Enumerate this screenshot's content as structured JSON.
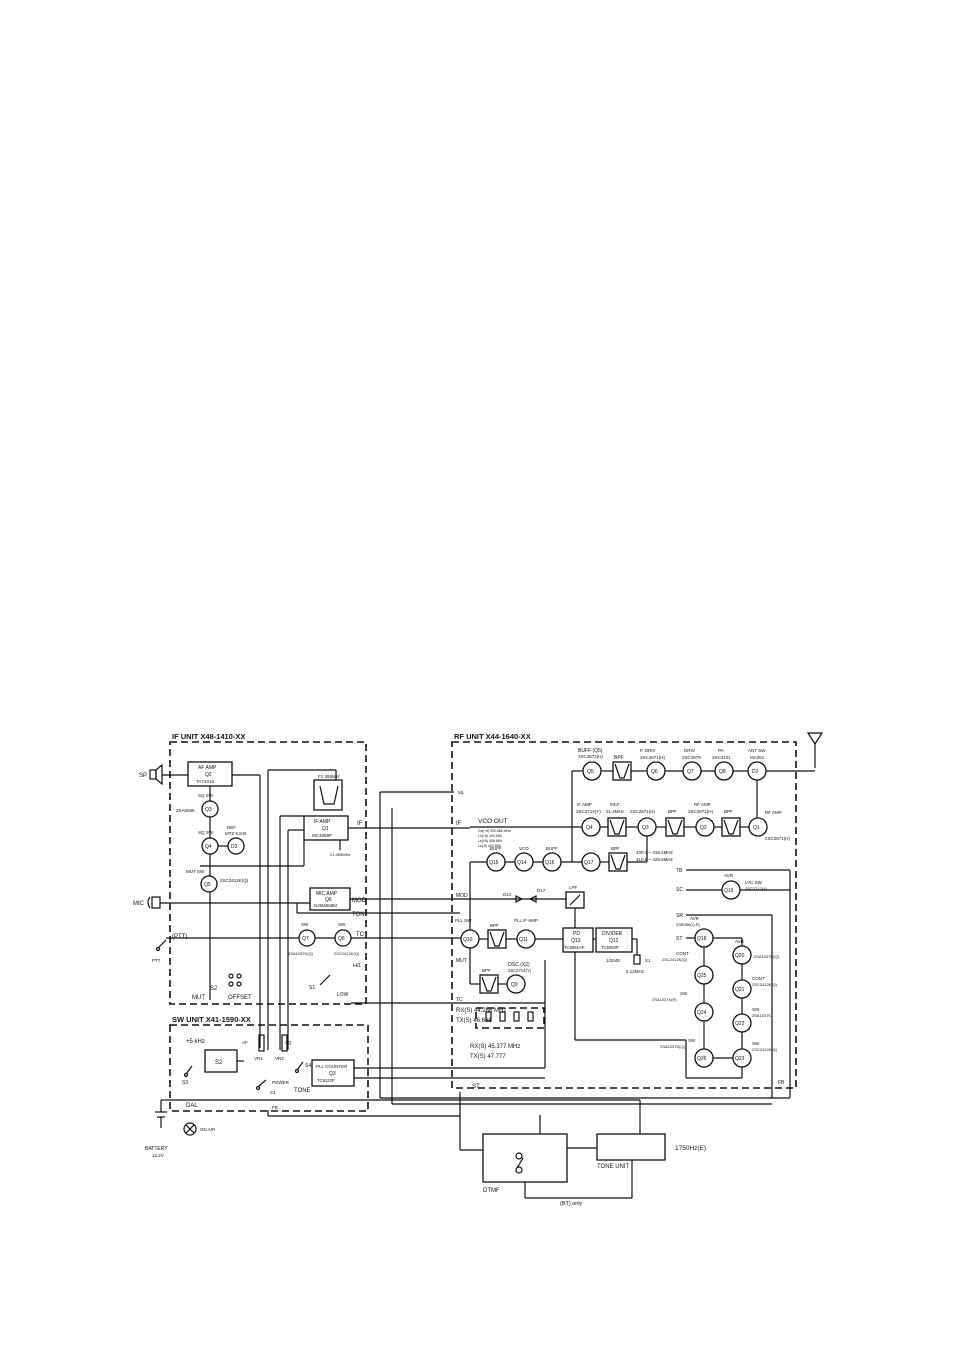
{
  "units": {
    "if_unit": "IF UNIT X48-1410-XX",
    "rf_unit": "RF UNIT X44-1640-XX",
    "sw_unit": "SW UNIT X41-1590-XX"
  },
  "if_section": {
    "af_amp": "AF AMP",
    "q2": "Q2",
    "q2_part": "TA7331S",
    "sq_sw": "SQ SW",
    "q3": "Q3",
    "q3_part": "2SA608K",
    "q4_sw": "SQ SW",
    "q4": "Q4",
    "d3": "D3",
    "ref_label": "REF",
    "ref_part": "MTZ 6.8-B",
    "q5": "Q5",
    "mut_sw": "MUT SW",
    "q5_part": "2SC2412K(Q)",
    "if_amp": "IF AMP",
    "q1": "Q1",
    "q1_part": "MC3359P",
    "xtal": "21.455MHz",
    "mic_amp": "MIC AMP",
    "q6": "Q6",
    "q6_part": "NJM4558M",
    "q7": "Q7",
    "q8": "Q8",
    "q7_label": "SW",
    "q8_label": "SW",
    "s2_label": "S2",
    "offset": "OFFSET",
    "mut": "MUT",
    "low": "LOW",
    "s1": "S1",
    "hl": "H/L",
    "ptt": "(PTT)",
    "ptt_sw": "PTT"
  },
  "rf_section": {
    "buff_q5": "BUFF (Q5)",
    "q5_part": "2SC2671(H)",
    "bpf1": "BPF",
    "p_driv": "P. DRIV",
    "q6": "Q6",
    "driv": "DRIV",
    "q7": "Q7",
    "pa": "PA",
    "q8": "Q8",
    "ant_sw": "ANT SW",
    "d2": "D2",
    "if_amp": "IF AMP",
    "q4": "Q4",
    "mcf": "MCF",
    "mcf_freq": "21.4MHz",
    "q3": "Q3",
    "bpf2": "BPF",
    "rf_amp": "RF AMP",
    "q2": "Q2",
    "bpf3": "BPF",
    "q1": "Q1",
    "vco_out": "VCO OUT",
    "buff": "BUFF",
    "vco": "VCO",
    "buff2": "BUFF",
    "q15": "Q15",
    "q14": "Q14",
    "q16": "Q16",
    "q17": "Q17",
    "bpf4": "BPF",
    "freq_a": "400.4 ~ 418.4MHz",
    "freq_b": "410.6 ~ 428.6MHz",
    "d14": "D14",
    "d17": "D17",
    "lpf": "LPF",
    "pll_sw": "PLL SW",
    "q10": "Q10",
    "bpf5": "BPF",
    "pll_ifamp": "PLL IF AMP",
    "q11": "Q11",
    "pd": "PD",
    "q13": "Q13",
    "q13_part": "TC5081AP",
    "divider": "DIVIDER",
    "q12": "Q12",
    "q12_part": "TC5082P",
    "div_ratio": "1/2048",
    "x1": "X1",
    "x1_freq": "5.12MHz",
    "osc": "OSC (X2)",
    "q9": "Q9",
    "bpf6": "BPF",
    "rx_s1": "RX(S) 44.266 MHz",
    "tx_s1": "TX(S) 46.666",
    "rx_s2": "RX(S) 45.377 MHz",
    "tx_s2": "TX(S) 47.777",
    "avr1": "AVR",
    "q19": "Q19",
    "lvc_sw": "LVC SW",
    "avr2": "AVR",
    "q18": "Q18",
    "avr3": "AVR",
    "q20": "Q20",
    "cont1": "CONT",
    "q25": "Q25",
    "cont2": "CONT",
    "q21": "Q21",
    "sw1": "SW",
    "q24": "Q24",
    "sw2": "SW",
    "q22": "Q22",
    "sw3": "SW",
    "q26": "Q26",
    "sw4": "SW",
    "q23": "Q23",
    "rf_amp_label": "RF AMP",
    "fb": "FB"
  },
  "sw_section": {
    "step": "+5 kHz",
    "s2": "S2",
    "s3": "S3",
    "s4": "S4",
    "vr1": "VR1",
    "vr2": "VR2",
    "af": "AF",
    "sq": "SQ",
    "power": "POWER",
    "tone": "TONE",
    "pll_counter": "PLL COUNTER",
    "q3": "Q3",
    "q3_part": "TC9122P",
    "s1": "S1"
  },
  "signals": {
    "if": "IF",
    "mod": "MOD",
    "ton": "TON",
    "tc": "TC",
    "mod2": "MOD",
    "mut2": "MUT",
    "tc2": "TC",
    "st": "ST",
    "fb": "FB",
    "tb": "TB",
    "sc": "SC",
    "sr": "SR",
    "st2": "ST",
    "dal": "DAL",
    "fbl": "FB",
    "fl": "IF"
  },
  "external": {
    "sp": "SP",
    "mic": "MIC",
    "battery": "BATTERY",
    "battery_v": "12.2V",
    "on_air": "ON AIR",
    "tone_model": "1750Hz(E)",
    "tone_unit": "TONE UNIT",
    "dtmf": "DTMF",
    "bt_only": "(BT) only"
  }
}
